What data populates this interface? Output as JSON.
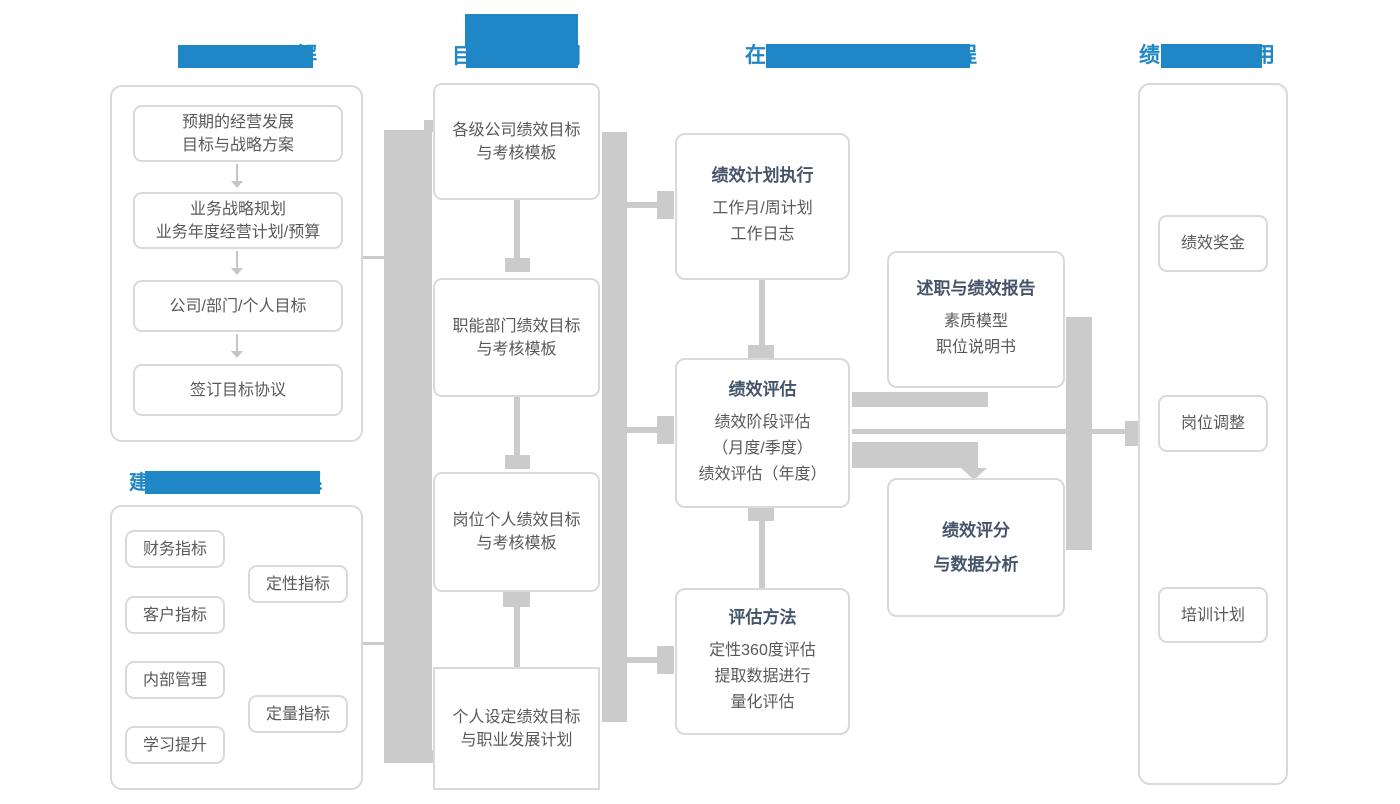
{
  "palette": {
    "accent_blue": "#1f87c6",
    "box_border": "#d9d9d9",
    "box_text": "#595959",
    "bold_title_text": "#44546a",
    "connector_gray": "#cbcbcb"
  },
  "headers": {
    "strategy_goal": {
      "covered": true,
      "suffix": "解"
    },
    "template_make": {
      "covered": true,
      "prefix": "目",
      "suffix": "划"
    },
    "online_process": {
      "covered": true,
      "prefix": "在",
      "suffix": "程"
    },
    "result_apply": {
      "covered": true,
      "prefix": "绩",
      "suffix": "用"
    },
    "indicator_system": {
      "covered": true,
      "prefix": "建",
      "suffix": "系"
    }
  },
  "strategy_flow": {
    "items": [
      {
        "text": "预期的经营发展\n目标与战略方案"
      },
      {
        "text": "业务战略规划\n业务年度经营计划/预算"
      },
      {
        "text": "公司/部门/个人目标"
      },
      {
        "text": "签订目标协议"
      }
    ]
  },
  "indicator_panel": {
    "items": [
      {
        "text": "财务指标"
      },
      {
        "text": "定性指标"
      },
      {
        "text": "客户指标"
      },
      {
        "text": "内部管理"
      },
      {
        "text": "定量指标"
      },
      {
        "text": "学习提升"
      }
    ]
  },
  "template_column": {
    "items": [
      {
        "text": "各级公司绩效目标\n与考核模板"
      },
      {
        "text": "职能部门绩效目标\n与考核模板"
      },
      {
        "text": "岗位个人绩效目标\n与考核模板"
      },
      {
        "text": "个人设定绩效目标\n与职业发展计划"
      }
    ]
  },
  "process_column": {
    "items": [
      {
        "title": "绩效计划执行",
        "body": "工作月/周计划\n工作日志"
      },
      {
        "title": "绩效评估",
        "body": "绩效阶段评估\n（月度/季度）\n绩效评估（年度）"
      },
      {
        "title": "评估方法",
        "body": "定性360度评估\n提取数据进行\n量化评估"
      }
    ]
  },
  "report_box": {
    "title": "述职与绩效报告",
    "body": "素质模型\n职位说明书"
  },
  "scoring_box": {
    "title": "绩效评分\n与数据分析"
  },
  "result_column": {
    "items": [
      {
        "text": "绩效奖金"
      },
      {
        "text": "岗位调整"
      },
      {
        "text": "培训计划"
      }
    ]
  }
}
